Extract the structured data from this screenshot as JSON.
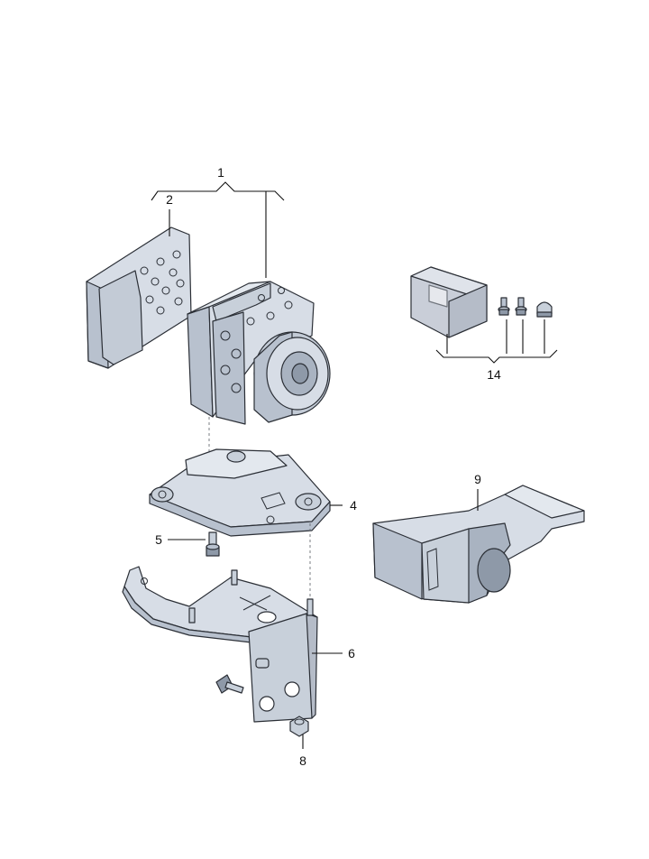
{
  "diagram": {
    "callouts": {
      "c1": "1",
      "c2": "2",
      "c4": "4",
      "c5": "5",
      "c6": "6",
      "c8": "8",
      "c9": "9",
      "c14": "14"
    },
    "colors": {
      "part_fill": "#d7dde6",
      "part_shade": "#b8c1ce",
      "part_dark": "#8e99a8",
      "outline": "#2b2f36",
      "foam": "#c9ced8"
    },
    "parts": [
      "abs-hydraulic-unit",
      "control-module",
      "mounting-bracket-upper",
      "bolt",
      "mounting-bracket-lower",
      "nut",
      "heat-shield",
      "small-parts-kit"
    ]
  }
}
